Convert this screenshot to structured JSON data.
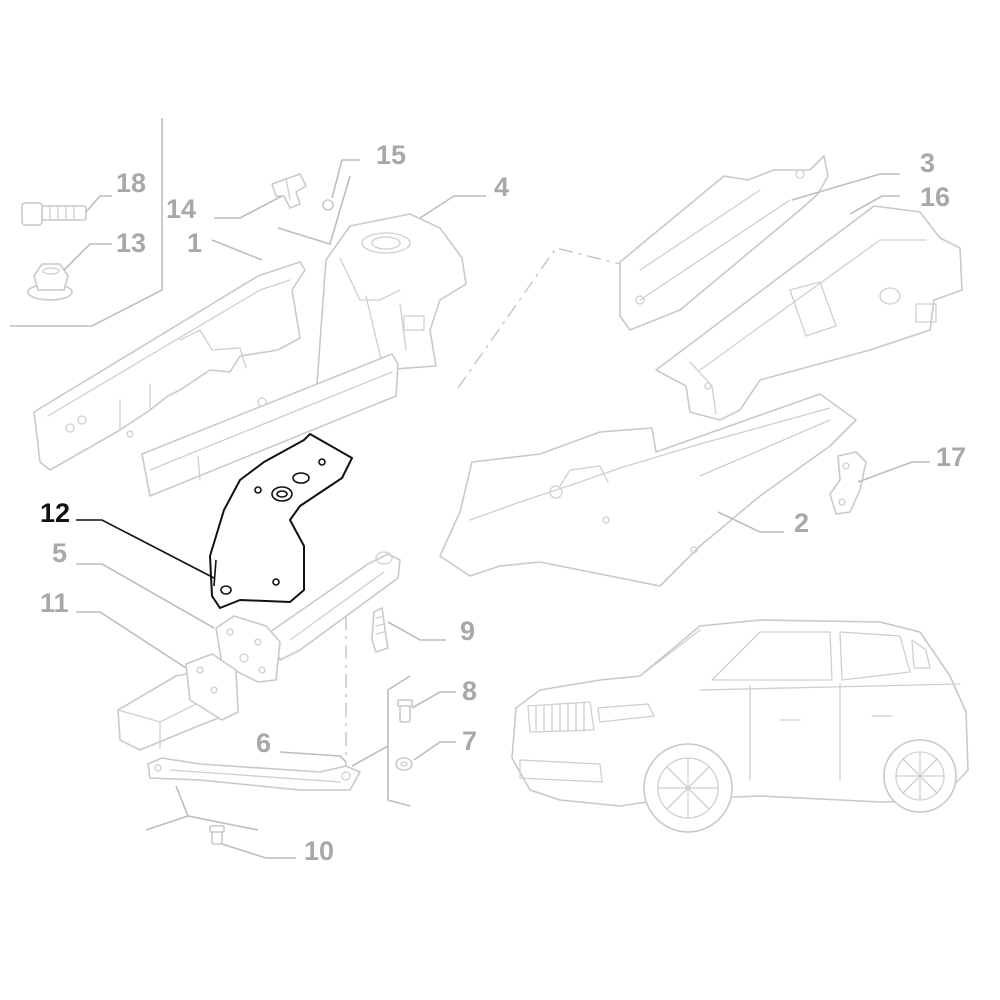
{
  "callouts": [
    {
      "id": "c1",
      "label": "1"
    },
    {
      "id": "c2",
      "label": "2"
    },
    {
      "id": "c3",
      "label": "3"
    },
    {
      "id": "c4",
      "label": "4"
    },
    {
      "id": "c5",
      "label": "5"
    },
    {
      "id": "c6",
      "label": "6"
    },
    {
      "id": "c7",
      "label": "7"
    },
    {
      "id": "c8",
      "label": "8"
    },
    {
      "id": "c9",
      "label": "9"
    },
    {
      "id": "c10",
      "label": "10"
    },
    {
      "id": "c11",
      "label": "11"
    },
    {
      "id": "c12",
      "label": "12"
    },
    {
      "id": "c13",
      "label": "13"
    },
    {
      "id": "c14",
      "label": "14"
    },
    {
      "id": "c15",
      "label": "15"
    },
    {
      "id": "c16",
      "label": "16"
    },
    {
      "id": "c17",
      "label": "17"
    },
    {
      "id": "c18",
      "label": "18"
    }
  ],
  "highlighted_part": "12",
  "colors": {
    "highlight": "#111111",
    "faded": "#c9c9c9",
    "label": "#a8a8a8"
  }
}
